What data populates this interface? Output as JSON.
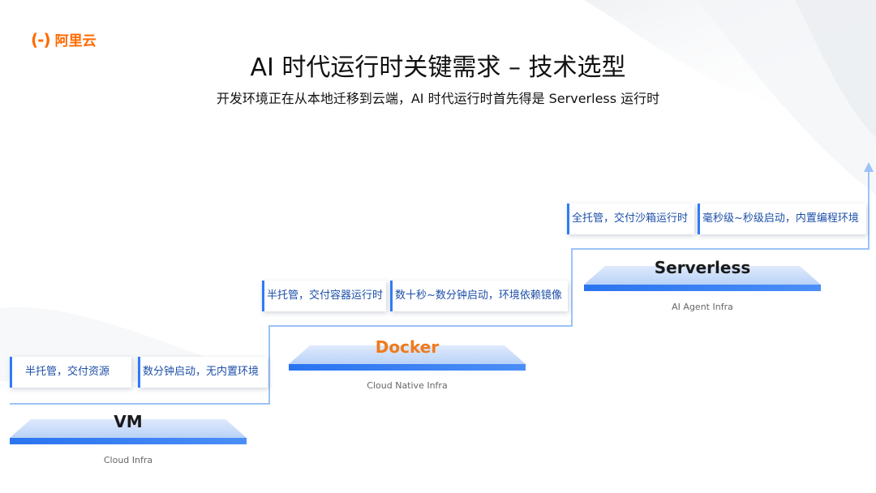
{
  "logo": {
    "mark": "(-)",
    "text": "阿里云"
  },
  "title": "AI 时代运行时关键需求 – 技术选型",
  "subtitle": "开发环境正在从本地迁移到云端，AI 时代运行时首先得是 Serverless 运行时",
  "stages": [
    {
      "name": "VM",
      "sub": "Cloud Infra",
      "name_color": "#111111",
      "features": [
        "半托管，交付资源",
        "数分钟启动，无内置环境"
      ]
    },
    {
      "name": "Docker",
      "sub": "Cloud Native Infra",
      "name_color": "#f07a1a",
      "features": [
        "半托管，交付容器运行时",
        "数十秒~数分钟启动，环境依赖镜像"
      ]
    },
    {
      "name": "Serverless",
      "sub": "AI Agent Infra",
      "name_color": "#111111",
      "features": [
        "全托管，交付沙箱运行时",
        "毫秒级~秒级启动，内置编程环境"
      ]
    }
  ],
  "colors": {
    "accent": "#2f7bf5",
    "line": "#9cc2f7",
    "brand": "#ff6a00"
  }
}
